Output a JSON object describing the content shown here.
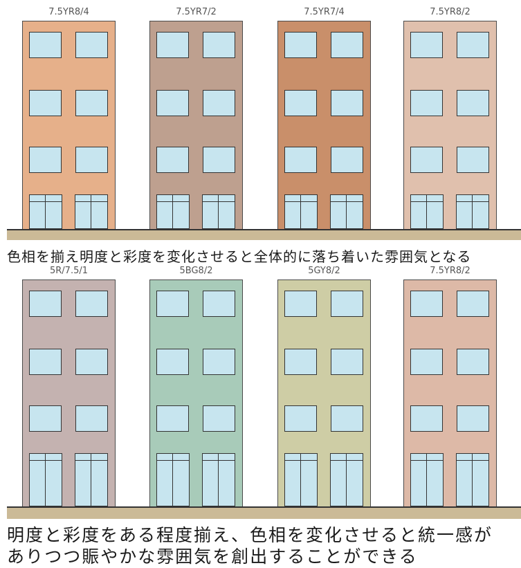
{
  "rows": [
    {
      "buildings": [
        {
          "label": "7.5YR8/4",
          "color": "#E6B08A"
        },
        {
          "label": "7.5YR7/2",
          "color": "#BEA08F"
        },
        {
          "label": "7.5YR7/4",
          "color": "#C98F6A"
        },
        {
          "label": "7.5YR8/2",
          "color": "#E0C0AD"
        }
      ],
      "caption_lines": [
        "色相を揃え明度と彩度を変化させると全体的に落ち着いた雰囲気となる"
      ]
    },
    {
      "buildings": [
        {
          "label": "5R/7.5/1",
          "color": "#C4B2B0"
        },
        {
          "label": "5BG8/2",
          "color": "#A8CBB9"
        },
        {
          "label": "5GY8/2",
          "color": "#CECDA5"
        },
        {
          "label": "7.5YR8/2",
          "color": "#DDB9A7"
        }
      ],
      "caption_lines": [
        "明度と彩度をある程度揃え、色相を変化させると統一感が",
        "ありつつ賑やかな雰囲気を創出することができる"
      ]
    }
  ],
  "colors": {
    "window": "#C7E5EF",
    "ground": "#CBBA97",
    "outline": "#333333"
  }
}
